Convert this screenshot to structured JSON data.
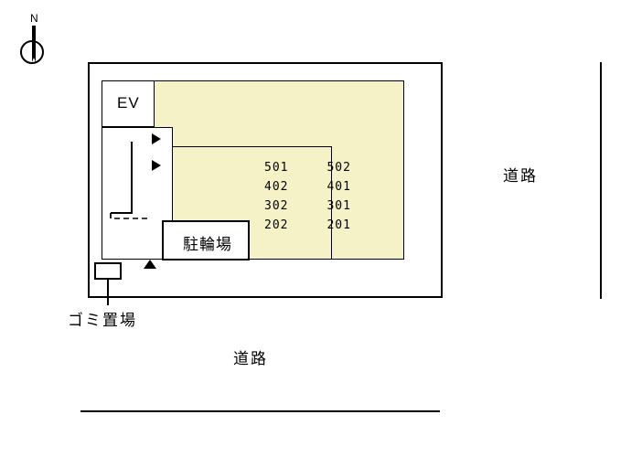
{
  "compass": {
    "north_label": "N",
    "icon": "compass-needle-icon"
  },
  "site": {
    "ev_label": "EV",
    "bike_parking_label": "駐輪場",
    "garbage_label": "ゴミ置場",
    "rooms": {
      "left_column": [
        "501",
        "402",
        "302",
        "202"
      ],
      "right_column": [
        "502",
        "401",
        "301",
        "201"
      ]
    },
    "entry_arrows": [
      "arrow-right-upper",
      "arrow-right-lower",
      "arrow-up-entrance"
    ]
  },
  "roads": {
    "east_label": "道路",
    "south_label": "道路"
  },
  "colors": {
    "building_fill": "#f5f2c8",
    "line": "#000000",
    "background": "#ffffff"
  }
}
